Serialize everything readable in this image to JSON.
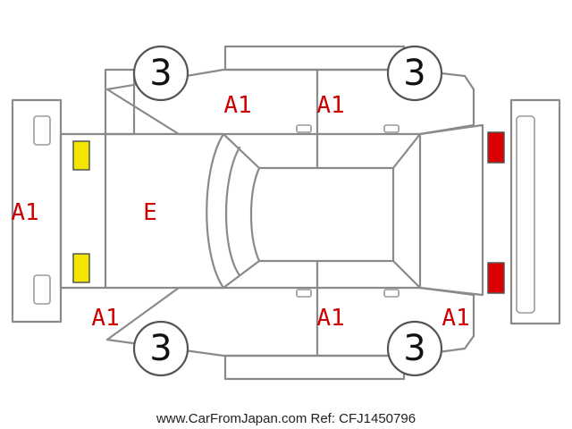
{
  "colors": {
    "outline": "#8a8a8a",
    "code_text": "#cc0000",
    "lamp_front": "#f2e600",
    "lamp_rear": "#dd0000"
  },
  "wheels": {
    "front_left": "3",
    "rear_left": "3",
    "front_right": "3",
    "rear_right": "3"
  },
  "codes": {
    "front_bumper": "A1",
    "hood": "E",
    "front_door_left": "A1",
    "rear_door_left": "A1",
    "front_fender_right": "A1",
    "front_door_right": "A1",
    "rear_fender_right": "A1"
  },
  "lamps": {
    "front": [
      "front-lamp-upper",
      "front-lamp-lower"
    ],
    "rear": [
      "rear-lamp-upper",
      "rear-lamp-lower"
    ]
  },
  "footer": "www.CarFromJapan.com Ref: CFJ1450796"
}
